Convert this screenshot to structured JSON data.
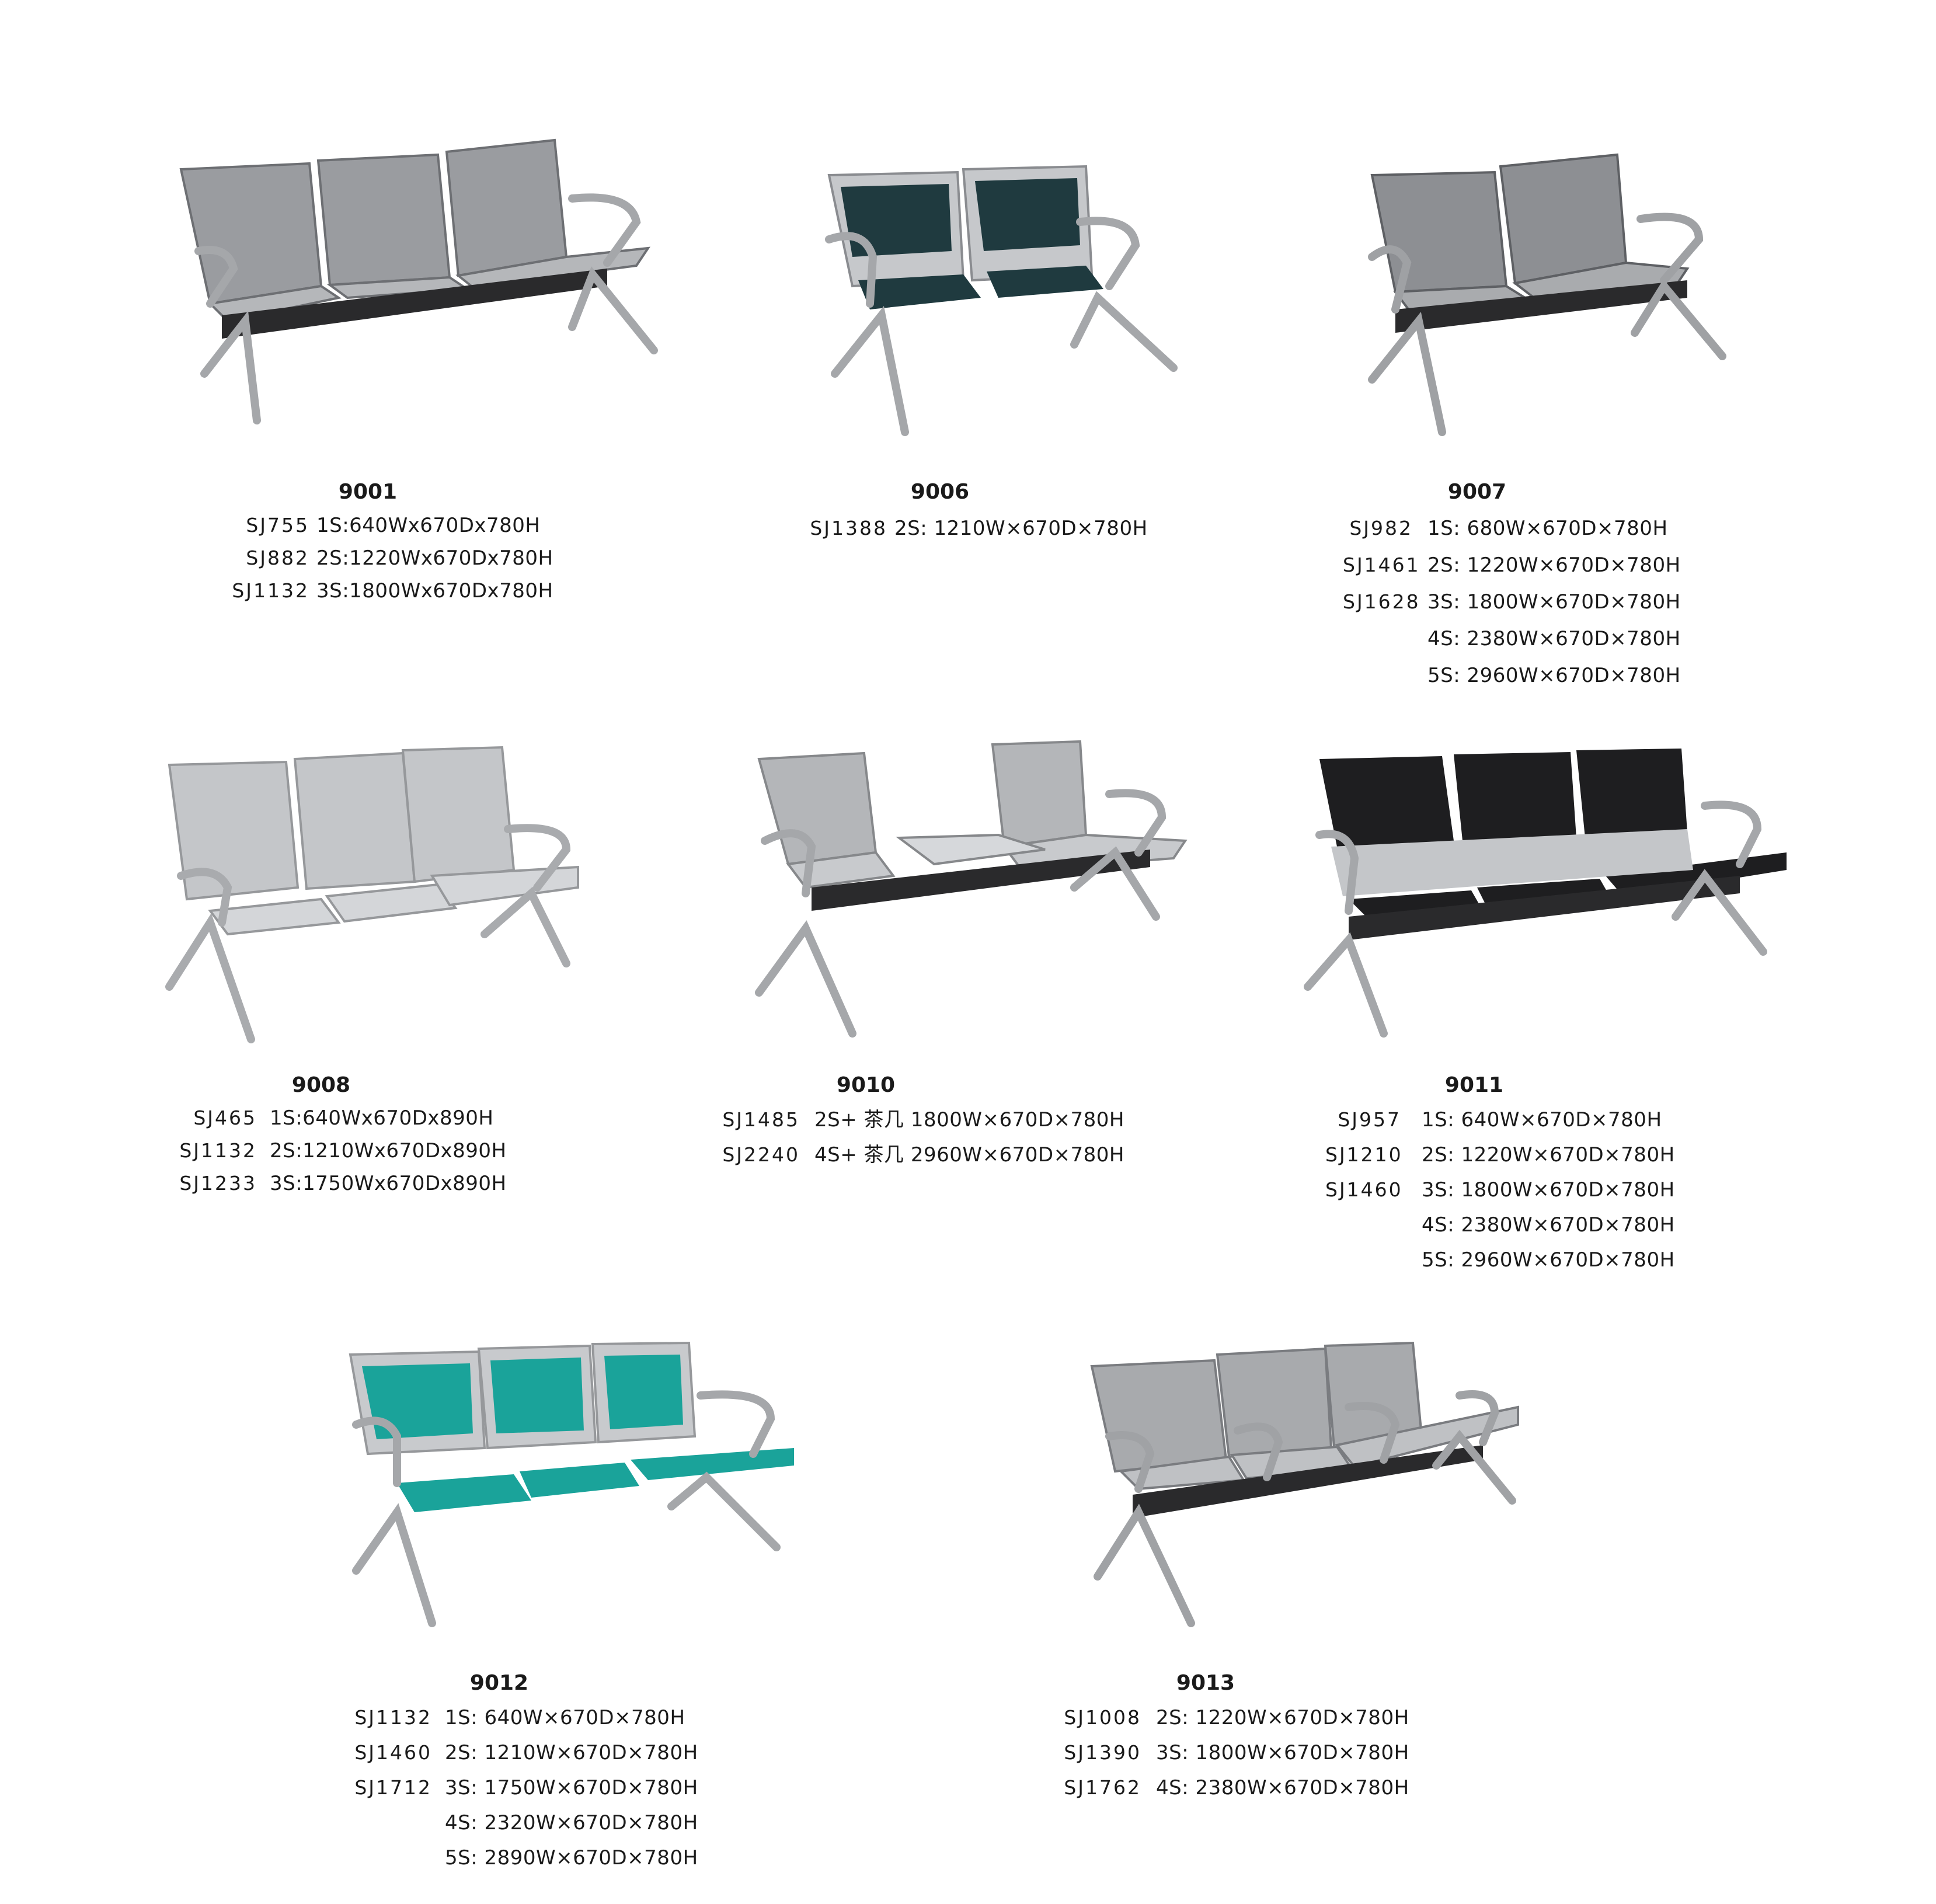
{
  "products": [
    {
      "model": "9001",
      "seat_color": "#9a9ca0",
      "specs": [
        {
          "sku": "SJ755",
          "size": "1S:640Wx670Dx780H"
        },
        {
          "sku": "SJ882",
          "size": "2S:1220Wx670Dx780H"
        },
        {
          "sku": "SJ1132",
          "size": "3S:1800Wx670Dx780H"
        }
      ]
    },
    {
      "model": "9006",
      "seat_color": "#1f3a3f",
      "specs": [
        {
          "sku": "SJ1388",
          "size": "2S:  1210W×670D×780H"
        }
      ]
    },
    {
      "model": "9007",
      "seat_color": "#8d8f93",
      "specs": [
        {
          "sku": "SJ982",
          "size": "1S:  680W×670D×780H"
        },
        {
          "sku": "SJ1461",
          "size": "2S:  1220W×670D×780H"
        },
        {
          "sku": "SJ1628",
          "size": "3S:  1800W×670D×780H"
        },
        {
          "sku": "",
          "size": "4S:  2380W×670D×780H"
        },
        {
          "sku": "",
          "size": "5S:  2960W×670D×780H"
        }
      ]
    },
    {
      "model": "9008",
      "seat_color": "#c4c6c9",
      "specs": [
        {
          "sku": "SJ465",
          "size": "1S:640Wx670Dx890H"
        },
        {
          "sku": "SJ1132",
          "size": "2S:1210Wx670Dx890H"
        },
        {
          "sku": "SJ1233",
          "size": "3S:1750Wx670Dx890H"
        }
      ]
    },
    {
      "model": "9010",
      "seat_color": "#b4b6b9",
      "specs": [
        {
          "sku": "SJ1485",
          "size": "2S+ 茶几 1800W×670D×780H"
        },
        {
          "sku": "SJ2240",
          "size": "4S+ 茶几 2960W×670D×780H"
        }
      ]
    },
    {
      "model": "9011",
      "seat_color": "#1e1e20",
      "specs": [
        {
          "sku": "SJ957",
          "size": "1S:  640W×670D×780H"
        },
        {
          "sku": "SJ1210",
          "size": "2S:  1220W×670D×780H"
        },
        {
          "sku": "SJ1460",
          "size": "3S:  1800W×670D×780H"
        },
        {
          "sku": "",
          "size": "4S:  2380W×670D×780H"
        },
        {
          "sku": "",
          "size": "5S:  2960W×670D×780H"
        }
      ]
    },
    {
      "model": "9012",
      "seat_color": "#1aa39a",
      "specs": [
        {
          "sku": "SJ1132",
          "size": "1S:  640W×670D×780H"
        },
        {
          "sku": "SJ1460",
          "size": "2S:  1210W×670D×780H"
        },
        {
          "sku": "SJ1712",
          "size": "3S:  1750W×670D×780H"
        },
        {
          "sku": "",
          "size": "4S:  2320W×670D×780H"
        },
        {
          "sku": "",
          "size": "5S:  2890W×670D×780H"
        }
      ]
    },
    {
      "model": "9013",
      "seat_color": "#a8aaad",
      "specs": [
        {
          "sku": "SJ1008",
          "size": "2S:  1220W×670D×780H"
        },
        {
          "sku": "SJ1390",
          "size": "3S:  1800W×670D×780H"
        },
        {
          "sku": "SJ1762",
          "size": "4S:  2380W×670D×780H"
        }
      ]
    }
  ]
}
